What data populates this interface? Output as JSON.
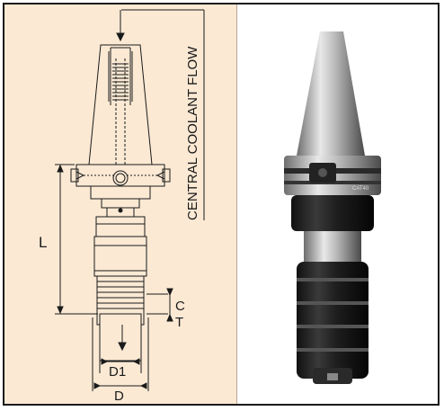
{
  "drawing": {
    "coolant_label": "CENTRAL COOLANT FLOW",
    "dimensions": {
      "L": "L",
      "C": "C",
      "T": "T",
      "D1": "D1",
      "D": "D"
    },
    "colors": {
      "panel_background": "#fbe9d4",
      "line_color": "#1a1a1a"
    }
  },
  "photo": {
    "subject": "cat-40-tap-holder-photo",
    "engraving_text": "CAT40"
  }
}
